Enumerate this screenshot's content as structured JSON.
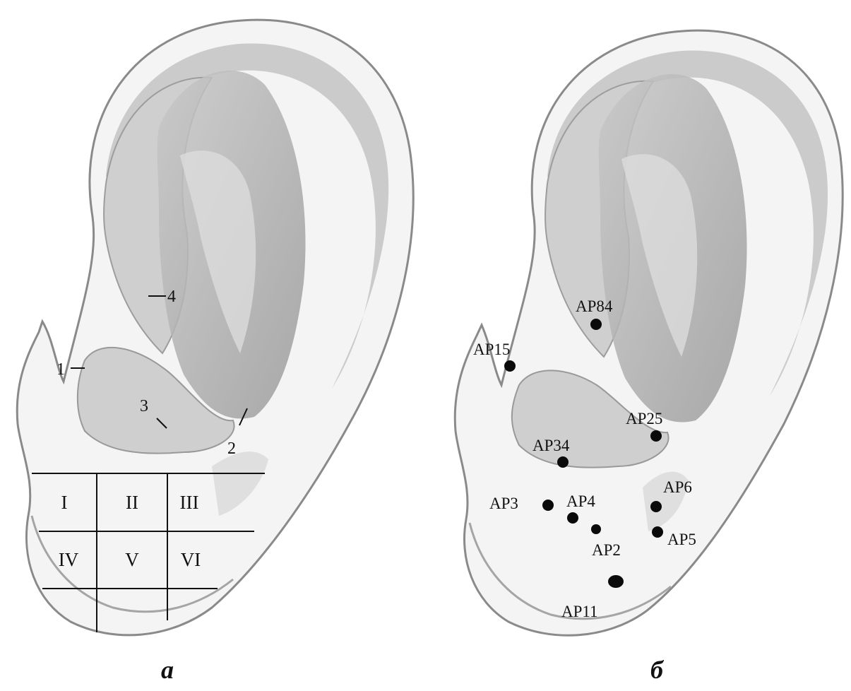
{
  "figure_a": {
    "caption": "а",
    "structure_labels": [
      "1",
      "2",
      "3",
      "4"
    ],
    "lobule_zones": [
      "I",
      "II",
      "III",
      "IV",
      "V",
      "VI"
    ]
  },
  "figure_b": {
    "caption": "б",
    "points": [
      "AP84",
      "AP15",
      "AP25",
      "AP34",
      "AP6",
      "AP3",
      "AP4",
      "AP2",
      "AP5",
      "AP11"
    ]
  }
}
